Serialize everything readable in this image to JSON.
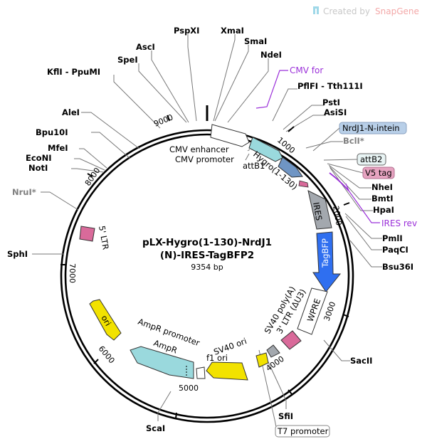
{
  "watermark": {
    "prefix": "Created by",
    "brand": "SnapGene",
    "icon": "snapgene-logo-icon",
    "colors": {
      "prefix": "#c8c8c8",
      "brand": "#f3a8a8",
      "icon": "#9fd8e8"
    }
  },
  "plasmid": {
    "name_line1": "pLX-Hygro(1-130)-NrdJ1",
    "name_line2": "(N)-IRES-TagBFP2",
    "length": "9354 bp"
  },
  "ticks": [
    "1000",
    "2000",
    "3000",
    "4000",
    "5000",
    "6000",
    "7000",
    "8000",
    "9000"
  ],
  "sites": {
    "pspxi": "PspXI",
    "xmai": "XmaI",
    "smai": "SmaI",
    "asci": "AscI",
    "spei": "SpeI",
    "ndei": "NdeI",
    "kfli": "KflI - PpuMI",
    "pflfi": "PflFI - Tth111I",
    "psti": "PstI",
    "asisi": "AsiSI",
    "alei": "AleI",
    "bpu10i": "Bpu10I",
    "bcli": "BclI*",
    "mfei": "MfeI",
    "econi": "EcoNI",
    "noti": "NotI",
    "nhei": "NheI",
    "bmti": "BmtI",
    "hpai": "HpaI",
    "nrui": "NruI*",
    "pmli": "PmlI",
    "paqci": "PaqCI",
    "bsu36i": "Bsu36I",
    "sphi": "SphI",
    "sacii": "SacII",
    "sfii": "SfiI",
    "scai": "ScaI"
  },
  "primers": {
    "cmv_for": "CMV for",
    "ires_rev": "IRES rev"
  },
  "boxed_labels": {
    "nrdj1": "NrdJ1-N-intein",
    "attb2": "attB2",
    "v5": "V5 tag",
    "t7": "T7 promoter"
  },
  "features": {
    "cmv_enhancer": "CMV enhancer",
    "cmv_promoter": "CMV promoter",
    "hygro": "Hygro(1-130)",
    "attb1": "attB1",
    "ires": "IRES",
    "tagbfp": "TagBFP",
    "wpre": "WPRE",
    "sv40_polya": "SV40 poly(A)",
    "ltr3": "3' LTR (ΔU3)",
    "sv40_ori": "SV40 ori",
    "f1_ori": "f1 ori",
    "ampr_promoter": "AmpR promoter",
    "ampr": "AmpR",
    "ori": "ori",
    "ltr5": "5' LTR"
  },
  "colors": {
    "backbone": "#000000",
    "primer": "#9b30d9",
    "cmv": "#ffffff",
    "hygro": "#9ad9dd",
    "nrdj1": "#6f95c4",
    "ires": "#a3a8ae",
    "tagbfp": "#2f6ff0",
    "wpre": "#ffffff",
    "ltr": "#d96a9a",
    "sv40_ori": "#f2e200",
    "f1_ori": "#f2e200",
    "ori": "#f2e200",
    "ampr": "#9ad9dd",
    "ampr_promoter": "#ffffff",
    "v5_box": "#e6a3c0",
    "nrdj1_box": "#b8cfe8",
    "attb2_box": "#e8f4f4",
    "t7_box": "#ffffff",
    "gray_site": "#7f7f7f"
  }
}
